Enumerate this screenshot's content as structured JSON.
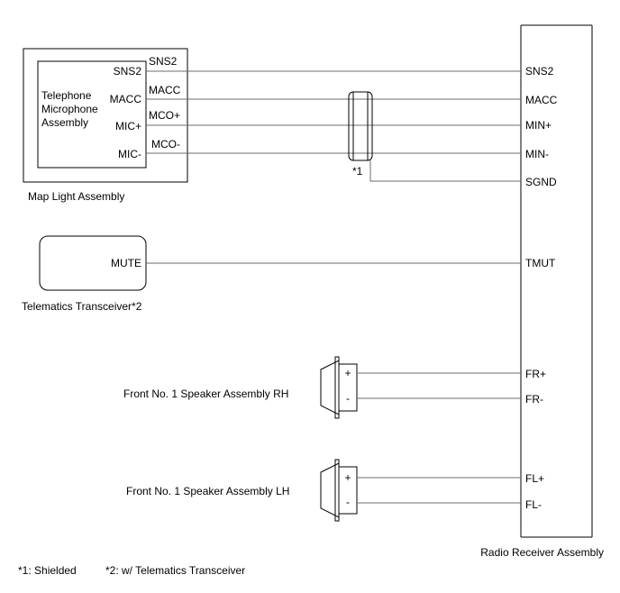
{
  "map_light": {
    "caption": "Map Light Assembly",
    "pins": [
      "SNS2",
      "MACC",
      "MCO+",
      "MCO-"
    ]
  },
  "telephone_mic": {
    "label_lines": [
      "Telephone",
      "Microphone",
      "Assembly"
    ],
    "pins": [
      "SNS2",
      "MACC",
      "MIC+",
      "MIC-"
    ]
  },
  "shield": {
    "label": "*1"
  },
  "telematics": {
    "caption": "Telematics Transceiver*2",
    "pin": "MUTE"
  },
  "speaker_rh": {
    "label": "Front No. 1 Speaker Assembly RH",
    "plus": "+",
    "minus": "-"
  },
  "speaker_lh": {
    "label": "Front No. 1 Speaker Assembly LH",
    "plus": "+",
    "minus": "-"
  },
  "radio": {
    "caption": "Radio Receiver Assembly",
    "pins": [
      "SNS2",
      "MACC",
      "MIN+",
      "MIN-",
      "SGND",
      "TMUT",
      "FR+",
      "FR-",
      "FL+",
      "FL-"
    ]
  },
  "footnotes": [
    "*1: Shielded",
    "*2: w/ Telematics Transceiver"
  ]
}
